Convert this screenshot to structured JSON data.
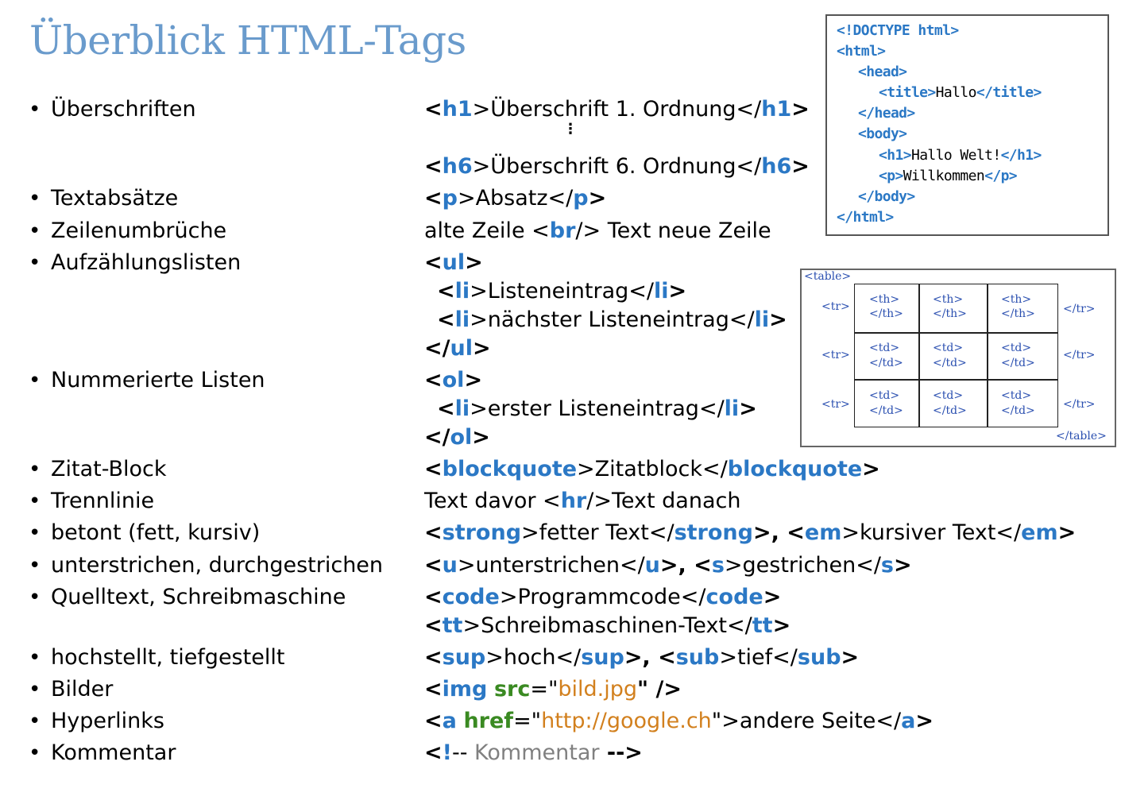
{
  "title": "Überblick HTML-Tags",
  "bullet_glyph": "•",
  "rows": {
    "r1": {
      "label": "Überschriften",
      "c1": "<",
      "t1": "h1",
      "c2": ">Überschrift 1. Ordnung</",
      "t2": "h1",
      "c3": ">"
    },
    "r1b": {
      "dots": "⋮",
      "c1": "<",
      "t1": "h6",
      "c2": ">Überschrift 6. Ordnung</",
      "t2": "h6",
      "c3": ">"
    },
    "r2": {
      "label": "Textabsätze",
      "c1": "<",
      "t1": "p",
      "c2": ">Absatz</",
      "t2": "p",
      "c3": ">"
    },
    "r3": {
      "label": "Zeilenumbrüche",
      "c1": "alte Zeile <",
      "t1": "br",
      "c2": "/> Text neue Zeile"
    },
    "r4": {
      "label": "Aufzählungslisten",
      "c1": "<",
      "t1": "ul",
      "c2": ">"
    },
    "r4b": {
      "c1": "<",
      "t1": "li",
      "c2": ">Listeneintrag</",
      "t2": "li",
      "c3": ">"
    },
    "r4c": {
      "c1": "<",
      "t1": "li",
      "c2": ">nächster Listeneintrag</",
      "t2": "li",
      "c3": ">"
    },
    "r4d": {
      "c1": "</",
      "t1": "ul",
      "c2": ">"
    },
    "r5": {
      "label": "Nummerierte Listen",
      "c1": "<",
      "t1": "ol",
      "c2": ">"
    },
    "r5b": {
      "c1": "<",
      "t1": "li",
      "c2": ">erster Listeneintrag</",
      "t2": "li",
      "c3": ">"
    },
    "r5c": {
      "c1": "</",
      "t1": "ol",
      "c2": ">"
    },
    "r6": {
      "label": "Zitat-Block",
      "c1": "<",
      "t1": "blockquote",
      "c2": ">Zitatblock</",
      "t2": "blockquote",
      "c3": ">"
    },
    "r7": {
      "label": "Trennlinie",
      "c1": "Text davor <",
      "t1": "hr",
      "c2": "/>Text danach"
    },
    "r8": {
      "label": "betont (fett, kursiv)",
      "c1": "<",
      "t1": "strong",
      "c2": ">fetter Text</",
      "t2": "strong",
      "c3": ">,  <",
      "t3": "em",
      "c4": ">kursiver Text</",
      "t4": "em",
      "c5": ">"
    },
    "r9": {
      "label": "unterstrichen, durchgestrichen",
      "c1": "<",
      "t1": "u",
      "c2": ">unterstrichen</",
      "t2": "u",
      "c3": ">,  <",
      "t3": "s",
      "c4": ">gestrichen</",
      "t4": "s",
      "c5": ">"
    },
    "r10": {
      "label": "Quelltext, Schreibmaschine",
      "c1": "<",
      "t1": "code",
      "c2": ">Programmcode</",
      "t2": "code",
      "c3": ">"
    },
    "r10b": {
      "c1": "<",
      "t1": "tt",
      "c2": ">Schreibmaschinen-Text</",
      "t2": "tt",
      "c3": ">"
    },
    "r11": {
      "label": "hochstellt, tiefgestellt",
      "c1": "<",
      "t1": "sup",
      "c2": ">hoch</",
      "t2": "sup",
      "c3": ">,  <",
      "t3": "sub",
      "c4": ">tief</",
      "t4": "sub",
      "c5": ">"
    },
    "r12": {
      "label": "Bilder",
      "c1": "<",
      "t1": "img",
      "a1": "src",
      "c2": "=\"",
      "v1": "bild.jpg",
      "c3": "\" />"
    },
    "r13": {
      "label": "Hyperlinks",
      "c1": "<",
      "t1": "a",
      "a1": "href",
      "c2": "=\"",
      "v1": "http://google.ch",
      "c3": "\">andere Seite</",
      "t2": "a",
      "c4": ">"
    },
    "r14": {
      "label": "Kommentar",
      "c1": "<",
      "t1": "!",
      "c2": "-- ",
      "g1": "Kommentar",
      "c3": " -->"
    }
  },
  "doc_example": {
    "l1": "<!DOCTYPE html>",
    "l2": "<html>",
    "l3": "<head>",
    "l4a": "<title>",
    "l4b": "Hallo",
    "l4c": "</title>",
    "l5": "</head>",
    "l6": "<body>",
    "l7a": "<h1>",
    "l7b": "Hallo Welt!",
    "l7c": "</h1>",
    "l8a": "<p>",
    "l8b": "Willkommen",
    "l8c": "</p>",
    "l9": "</body>",
    "l10": "</html>"
  },
  "table_example": {
    "table_open": "<table>",
    "table_close": "</table>",
    "tr_open": "<tr>",
    "tr_close": "</tr>",
    "th_open": "<th>",
    "th_close": "</th>",
    "td_open": "<td>",
    "td_close": "</td>"
  },
  "colors": {
    "title": "#6a9bcc",
    "tag": "#2b78c5",
    "attr": "#3a8a22",
    "value": "#d2801e",
    "comment": "#808080"
  }
}
